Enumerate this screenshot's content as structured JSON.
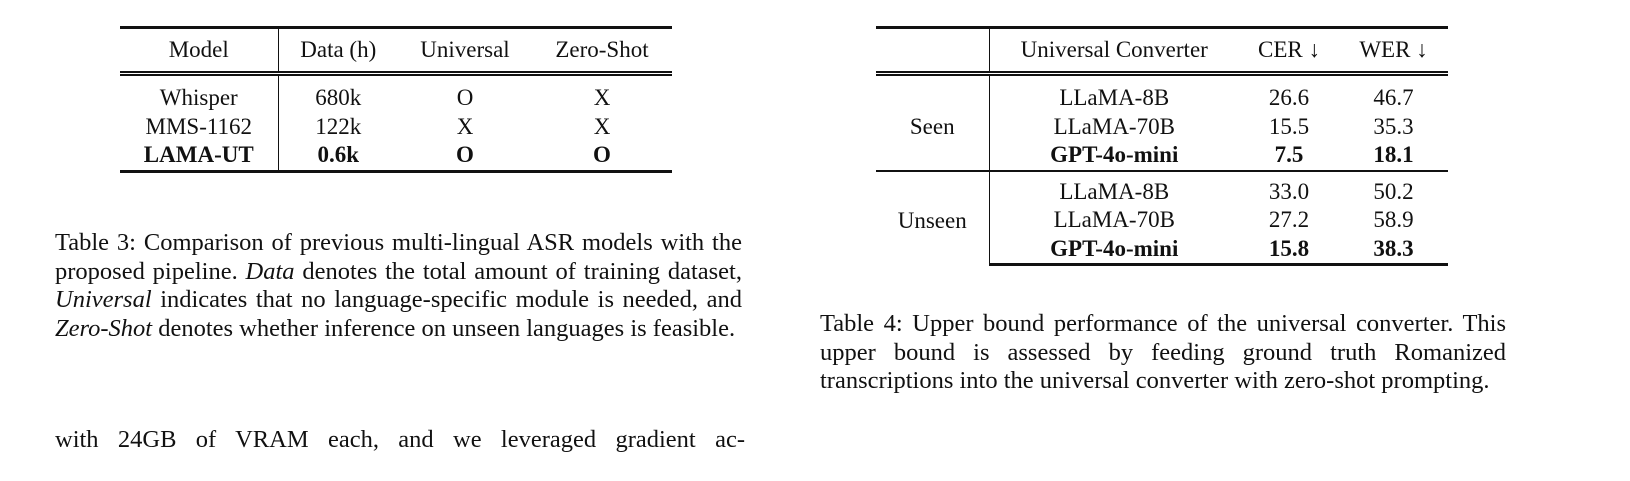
{
  "table3": {
    "headers": [
      "Model",
      "Data (h)",
      "Universal",
      "Zero-Shot"
    ],
    "rows": [
      {
        "model": "Whisper",
        "data": "680k",
        "universal": "O",
        "zero_shot": "X",
        "bold": false
      },
      {
        "model": "MMS-1162",
        "data": "122k",
        "universal": "X",
        "zero_shot": "X",
        "bold": false
      },
      {
        "model": "LAMA-UT",
        "data": "0.6k",
        "universal": "O",
        "zero_shot": "O",
        "bold": true
      }
    ],
    "caption": {
      "p1": "Table 3: Comparison of previous multi-lingual ASR models with the proposed pipeline. ",
      "i1": "Data",
      "p2": " denotes the total amount of training dataset, ",
      "i2": "Universal",
      "p3": " indicates that no language-specific module is needed, and ",
      "i3": "Zero-Shot",
      "p4": " denotes whether inference on unseen languages is feasible."
    }
  },
  "table4": {
    "headers": [
      "",
      "Universal Converter",
      "CER ↓",
      "WER ↓"
    ],
    "groups": [
      {
        "label": "Seen",
        "rows": [
          {
            "converter": "LLaMA-8B",
            "cer": "26.6",
            "wer": "46.7",
            "bold": false
          },
          {
            "converter": "LLaMA-70B",
            "cer": "15.5",
            "wer": "35.3",
            "bold": false
          },
          {
            "converter": "GPT-4o-mini",
            "cer": "7.5",
            "wer": "18.1",
            "bold": true
          }
        ]
      },
      {
        "label": "Unseen",
        "rows": [
          {
            "converter": "LLaMA-8B",
            "cer": "33.0",
            "wer": "50.2",
            "bold": false
          },
          {
            "converter": "LLaMA-70B",
            "cer": "27.2",
            "wer": "58.9",
            "bold": false
          },
          {
            "converter": "GPT-4o-mini",
            "cer": "15.8",
            "wer": "38.3",
            "bold": true
          }
        ]
      }
    ],
    "caption": "Table 4: Upper bound performance of the universal converter. This upper bound is assessed by feeding ground truth Romanized transcriptions into the universal converter with zero-shot prompting."
  },
  "body_text": "with 24GB of VRAM each, and we leveraged gradient ac-"
}
